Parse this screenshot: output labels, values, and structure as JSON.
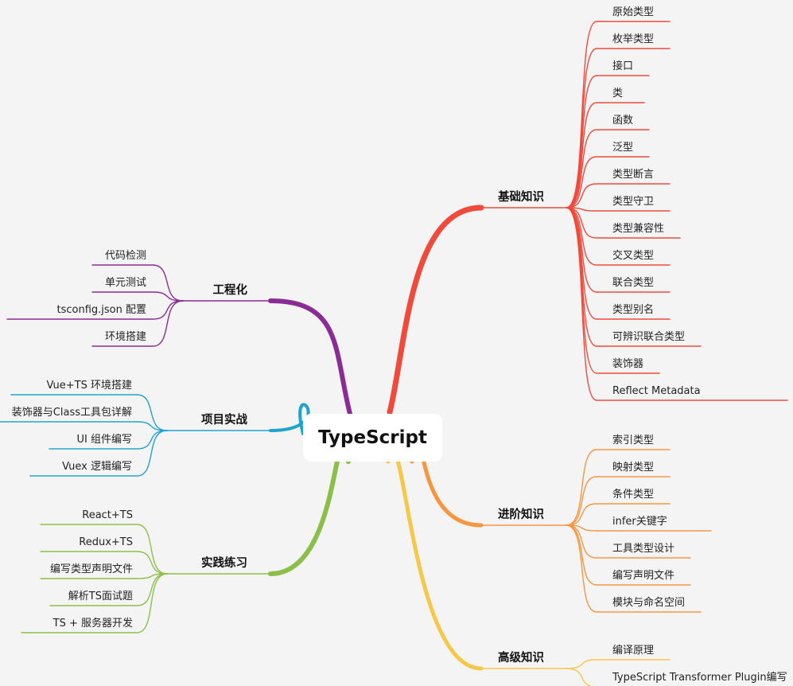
{
  "root": "TypeScript",
  "branches": [
    {
      "id": "basic",
      "label": "基础知识",
      "color": "#f04a3c",
      "children": [
        "原始类型",
        "枚举类型",
        "接口",
        "类",
        "函数",
        "泛型",
        "类型断言",
        "类型守卫",
        "类型兼容性",
        "交叉类型",
        "联合类型",
        "类型别名",
        "可辨识联合类型",
        "装饰器",
        "Reflect Metadata"
      ]
    },
    {
      "id": "advanced",
      "label": "进阶知识",
      "color": "#f79540",
      "children": [
        "索引类型",
        "映射类型",
        "条件类型",
        "infer关键字",
        "工具类型设计",
        "编写声明文件",
        "模块与命名空间"
      ]
    },
    {
      "id": "expert",
      "label": "高级知识",
      "color": "#f7c74a",
      "children": [
        "编译原理",
        "TypeScript Transformer Plugin编写"
      ]
    },
    {
      "id": "engineering",
      "label": "工程化",
      "color": "#8b2b96",
      "children": [
        "代码检测",
        "单元测试",
        "tsconfig.json 配置",
        "环境搭建"
      ]
    },
    {
      "id": "project",
      "label": "项目实战",
      "color": "#1ea3cf",
      "children": [
        "Vue+TS 环境搭建",
        "装饰器与Class工具包详解",
        "UI 组件编写",
        "Vuex 逻辑编写"
      ]
    },
    {
      "id": "practice",
      "label": "实践练习",
      "color": "#8cbf4a",
      "children": [
        "React+TS",
        "Redux+TS",
        "编写类型声明文件",
        "解析TS面试题",
        "TS + 服务器开发"
      ]
    }
  ]
}
